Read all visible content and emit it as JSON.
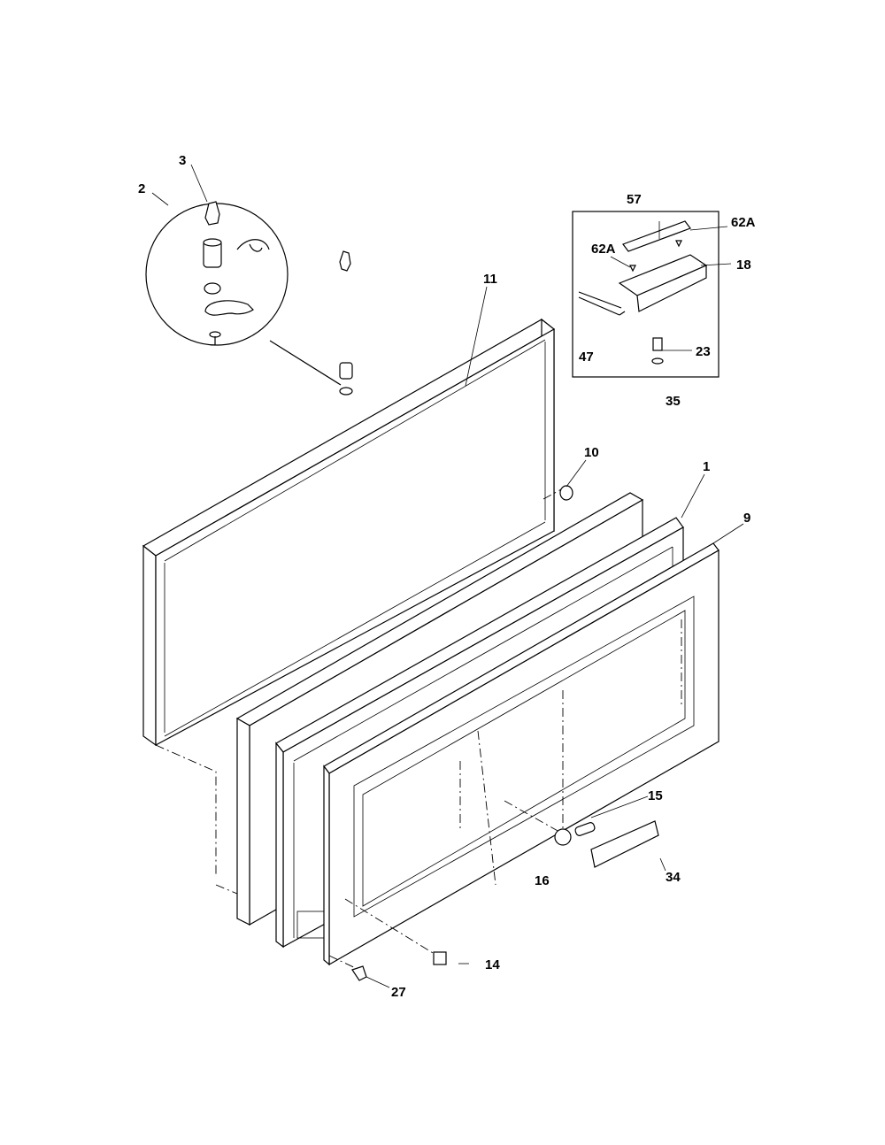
{
  "callouts": {
    "c2": "2",
    "c3": "3",
    "c11": "11",
    "c10": "10",
    "c1": "1",
    "c9": "9",
    "c15": "15",
    "c16": "16",
    "c34": "34",
    "c14": "14",
    "c27": "27",
    "c57": "57",
    "c62a_left": "62A",
    "c62a_right": "62A",
    "c18": "18",
    "c47": "47",
    "c23": "23",
    "c35": "35"
  }
}
